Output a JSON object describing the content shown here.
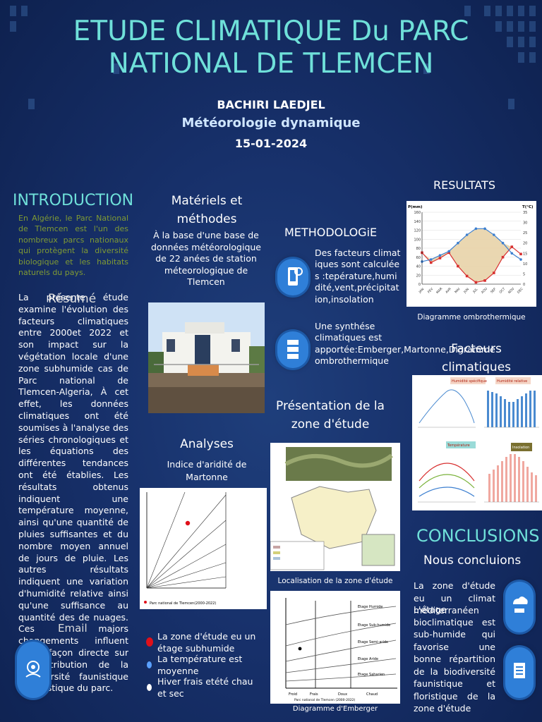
{
  "header": {
    "title_line1": "ETUDE CLIMATIQUE Du PARC",
    "title_line2": "NATIONAL DE TLEMCEN",
    "author": "BACHIRI LAEDJEL",
    "subtitle": "Météorologie dynamique",
    "date": "15-01-2024"
  },
  "introduction": {
    "heading": "INTRODUCTION",
    "text": "En Algérie, le Parc National de Tlemcen est l'un des nombreux parcs nationaux qui protègent la diversité biologique et les habitats naturels du pays."
  },
  "resume": {
    "heading": "Résumé",
    "text": "La présente étude examine l'évolution des facteurs climatiques entre 2000et 2022 et son impact sur la végétation locale d'une zone subhumide cas de Parc national de Tlemcen-Algeria, À cet effet, les données climatiques ont été soumises à l'analyse des séries chronologiques et les équations des différentes tendances ont été établies. Les résultats obtenus indiquent une température moyenne, ainsi qu'une quantité de pluies suffisantes et du nombre moyen annuel de jours de pluie. Les autres résultats indiquent une variation d'humidité relative ainsi qu'une suffisance au quantité des de nuages. Ces majors changements influent d'une façon directe sur la distribution de la biodiversité faunistique et floristique du parc."
  },
  "email": {
    "label": "Email"
  },
  "materiels": {
    "heading": "Matériels et méthodes",
    "text": "À la base d'une base de données météorologique de 22 anées de station méteorologique de Tlemcen"
  },
  "methodologie": {
    "heading": "METHODOLOGiE",
    "item1": "Des facteurs climatiques sont calculées :tepérature,humidité,vent,précipitation,insolation",
    "item2": "Une synthése climatiques est apportée:Emberger,Martonne,Digramme ombrothermique"
  },
  "analyses": {
    "heading": "Analyses",
    "subheading": "Indice d'aridité de Martonne",
    "chart_caption": "Parc national de Tlemcen(2000-2022)"
  },
  "zone": {
    "heading": "Présentation de la zone d'étude",
    "map_caption": "Localisation de la zone d'étude"
  },
  "emberger": {
    "caption": "Diagramme d'Emberger",
    "legend": "Parc national de Tlemcen (2000-2022)",
    "x_labels": [
      "Froid",
      "Frais",
      "Doux",
      "Chaud"
    ],
    "zones": [
      "Etage Humide",
      "Etage Sub-humide",
      "Etage Semi-aride",
      "Etage Aride",
      "Etage Saharien"
    ]
  },
  "bullets": [
    {
      "text": "La zone d'étude eu un étage subhumide",
      "color": "#e0101a"
    },
    {
      "text": "La température est moyenne",
      "color": "#5aa0ff"
    },
    {
      "text": "Hiver frais etété chau et sec",
      "color": "#ffffff"
    }
  ],
  "resultats": {
    "heading": "RESULTATS",
    "caption": "Diagramme ombrothermique"
  },
  "facteurs": {
    "heading": "Facteurs climatiques",
    "panel_titles": [
      "Humidité spécifique",
      "Humidité relative",
      "Température",
      "Insolation"
    ]
  },
  "conclusions": {
    "heading": "CONCLUSIONS",
    "subheading": "Nous concluions",
    "text1": "La zone d'étude eu un climat méditerranéen",
    "text2": "L'étage bioclimatique est sub-humide qui favorise une bonne répartition de la biodiversité faunistique et floristique de la zone d'étude"
  },
  "chart_data": {
    "type": "line",
    "title": "",
    "categories": [
      "JAN",
      "FEV",
      "MAR",
      "AVR",
      "MAI",
      "JUN",
      "JUL",
      "AOU",
      "SEP",
      "OCT",
      "NOV",
      "DEC"
    ],
    "ylabel": "P(mm)",
    "y2label": "T(°C)",
    "ylim": [
      0,
      160
    ],
    "y2lim": [
      0,
      35
    ],
    "series": [
      {
        "values": [
          70,
          48,
          58,
          70,
          40,
          18,
          4,
          8,
          25,
          60,
          83,
          67
        ],
        "color": "#d83030",
        "axis": "left"
      },
      {
        "values": [
          11,
          12,
          14,
          16,
          20,
          24,
          27,
          27,
          24,
          20,
          15,
          12
        ],
        "color": "#3c7fd0",
        "axis": "right"
      }
    ],
    "fill": "#e8d3a8"
  }
}
